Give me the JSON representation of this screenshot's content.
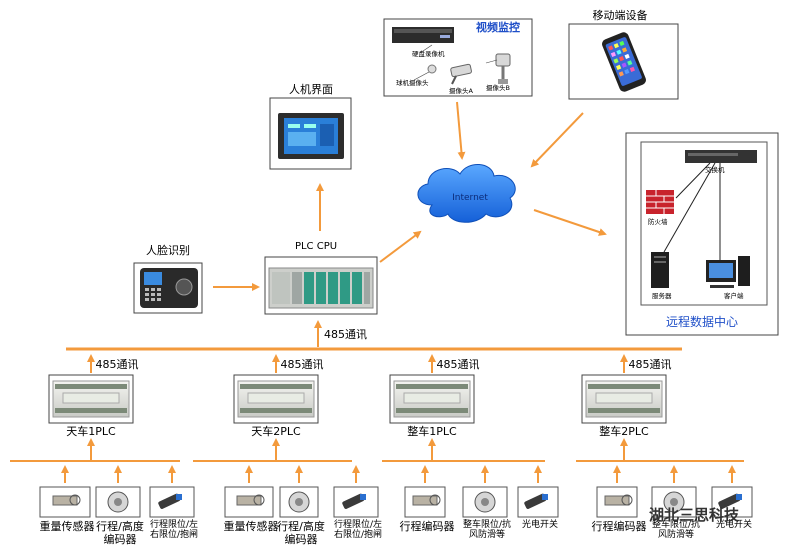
{
  "video": {
    "title": "视频监控",
    "recorder": "硬盘录像机",
    "cam_ball": "球机摄像头",
    "cam_a": "摄像头A",
    "cam_b": "摄像头B"
  },
  "mobile": {
    "title": "移动端设备"
  },
  "hmi": {
    "title": "人机界面"
  },
  "internet": {
    "label": "Internet"
  },
  "remote": {
    "title": "远程数据中心",
    "switch": "交换机",
    "firewall": "防火墙",
    "server": "服务器",
    "client": "客户端"
  },
  "face": {
    "title": "人脸识别"
  },
  "plc_cpu": {
    "title": "PLC CPU",
    "bus_label": "485通讯"
  },
  "plcs": [
    {
      "name": "天车1PLC",
      "comm": "485通讯"
    },
    {
      "name": "天车2PLC",
      "comm": "485通讯"
    },
    {
      "name": "整车1PLC",
      "comm": "485通讯"
    },
    {
      "name": "整车2PLC",
      "comm": "485通讯"
    }
  ],
  "sensors": [
    "重量传感器",
    "行程/高度\n编码器",
    "行程限位/左\n右限位/抱闸",
    "重量传感器",
    "行程/高度\n编码器",
    "行程限位/左\n右限位/抱闸",
    "行程编码器",
    "整车限位/抗\n风防滑等",
    "光电开关",
    "行程编码器",
    "整车限位/抗\n风防滑等",
    "光电开关"
  ],
  "watermark": "湖北三思科技",
  "colors": {
    "arrow": "#f39a3c",
    "bus": "#f39a3c",
    "remote_title": "#1f4fc8",
    "internet": "#1e73e6"
  }
}
